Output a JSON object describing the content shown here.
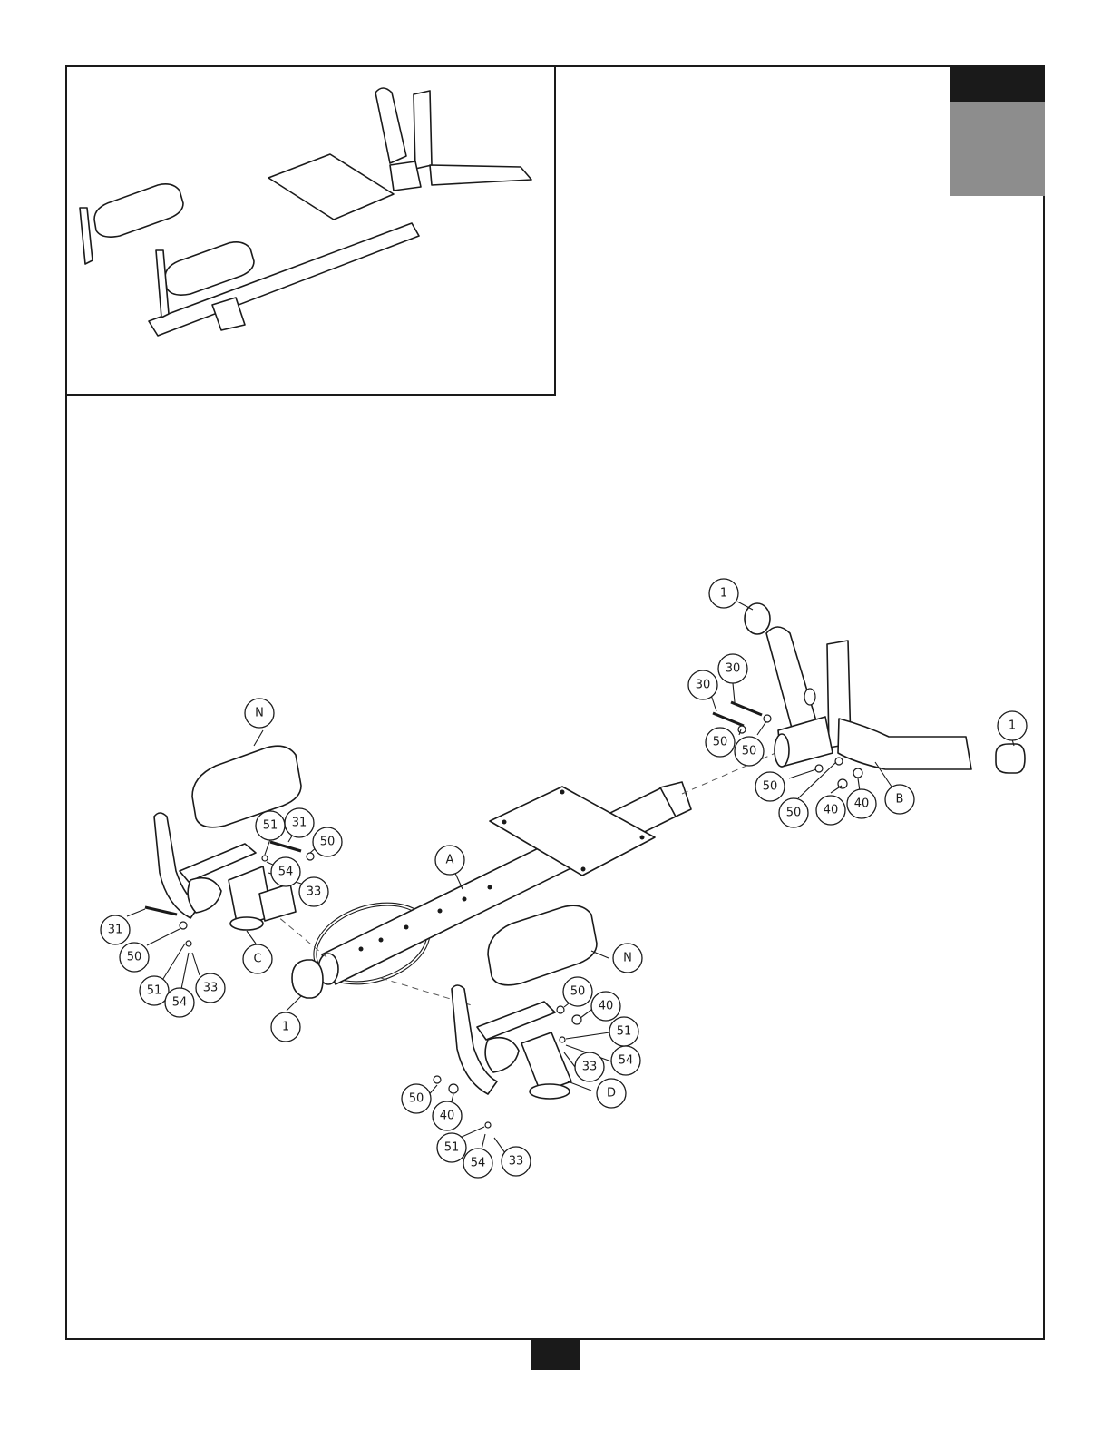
{
  "callouts": [
    {
      "id": "c1a",
      "label": "1"
    },
    {
      "id": "c30a",
      "label": "30"
    },
    {
      "id": "c30b",
      "label": "30"
    },
    {
      "id": "c1b",
      "label": "1"
    },
    {
      "id": "c50a",
      "label": "50"
    },
    {
      "id": "c50b",
      "label": "50"
    },
    {
      "id": "c50c",
      "label": "50"
    },
    {
      "id": "c50d",
      "label": "50"
    },
    {
      "id": "c40a",
      "label": "40"
    },
    {
      "id": "c40b",
      "label": "40"
    },
    {
      "id": "cB",
      "label": "B"
    },
    {
      "id": "cNa",
      "label": "N"
    },
    {
      "id": "c51a",
      "label": "51"
    },
    {
      "id": "c31a",
      "label": "31"
    },
    {
      "id": "c50e",
      "label": "50"
    },
    {
      "id": "c54a",
      "label": "54"
    },
    {
      "id": "c33a",
      "label": "33"
    },
    {
      "id": "cA",
      "label": "A"
    },
    {
      "id": "c31b",
      "label": "31"
    },
    {
      "id": "c50f",
      "label": "50"
    },
    {
      "id": "cC",
      "label": "C"
    },
    {
      "id": "c51b",
      "label": "51"
    },
    {
      "id": "c33b",
      "label": "33"
    },
    {
      "id": "c54b",
      "label": "54"
    },
    {
      "id": "c1c",
      "label": "1"
    },
    {
      "id": "cNb",
      "label": "N"
    },
    {
      "id": "c50g",
      "label": "50"
    },
    {
      "id": "c40c",
      "label": "40"
    },
    {
      "id": "c51c",
      "label": "51"
    },
    {
      "id": "c54c",
      "label": "54"
    },
    {
      "id": "c33c",
      "label": "33"
    },
    {
      "id": "cD",
      "label": "D"
    },
    {
      "id": "c50h",
      "label": "50"
    },
    {
      "id": "c40d",
      "label": "40"
    },
    {
      "id": "c51d",
      "label": "51"
    },
    {
      "id": "c54d",
      "label": "54"
    },
    {
      "id": "c33d",
      "label": "33"
    }
  ]
}
